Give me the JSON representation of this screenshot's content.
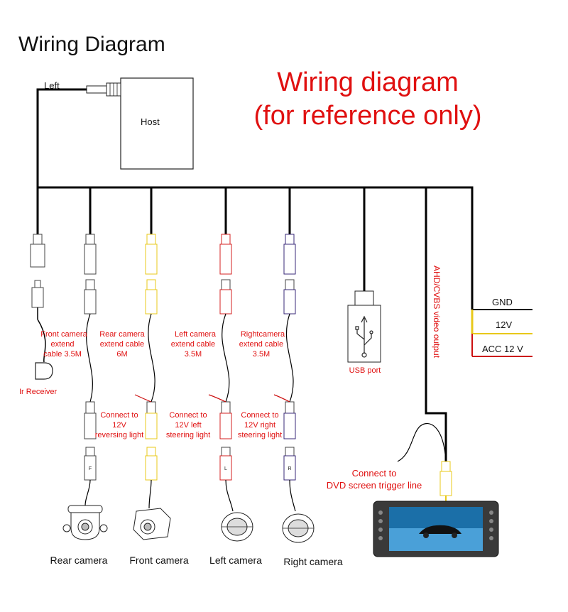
{
  "header": {
    "title": "Wiring Diagram",
    "red_line1": "Wiring diagram",
    "red_line2": "(for reference only)"
  },
  "host": {
    "label": "Host",
    "side_label": "Left"
  },
  "cables": {
    "c1": {
      "l1": "Front camera",
      "l2": "extend",
      "l3": "cable 3.5M"
    },
    "c2": {
      "l1": "Rear camera",
      "l2": "extend cable",
      "l3": "6M"
    },
    "c3": {
      "l1": "Left camera",
      "l2": "extend cable",
      "l3": "3.5M"
    },
    "c4": {
      "l1": "Rightcamera",
      "l2": "extend cable",
      "l3": "3.5M"
    }
  },
  "triggers": {
    "t1": {
      "l1": "Connect to",
      "l2": "12V",
      "l3": "reversing light"
    },
    "t2": {
      "l1": "Connect to",
      "l2": "12V left",
      "l3": "steering light"
    },
    "t3": {
      "l1": "Connect to",
      "l2": "12V right",
      "l3": "steering light"
    }
  },
  "ir_receiver": "Ir Receiver",
  "usb": {
    "label": "USB port"
  },
  "video_output": "AHD/CVBS video output",
  "power": {
    "gnd": "GND",
    "v12": "12V",
    "acc": "ACC 12 V"
  },
  "dvd_trigger": {
    "l1": "Connect  to",
    "l2": "DVD screen trigger line"
  },
  "cameras": {
    "rear": "Rear camera",
    "front": "Front camera",
    "left": "Left camera",
    "right": "Right camera"
  },
  "connector_marks": {
    "f": "F",
    "l": "L",
    "r": "R"
  },
  "colors": {
    "wire": "#000000",
    "red_text": "#e01010",
    "yellow": "#e8c81a",
    "red": "#d42020",
    "purple": "#3a2a7a",
    "power_red": "#cc1010"
  }
}
